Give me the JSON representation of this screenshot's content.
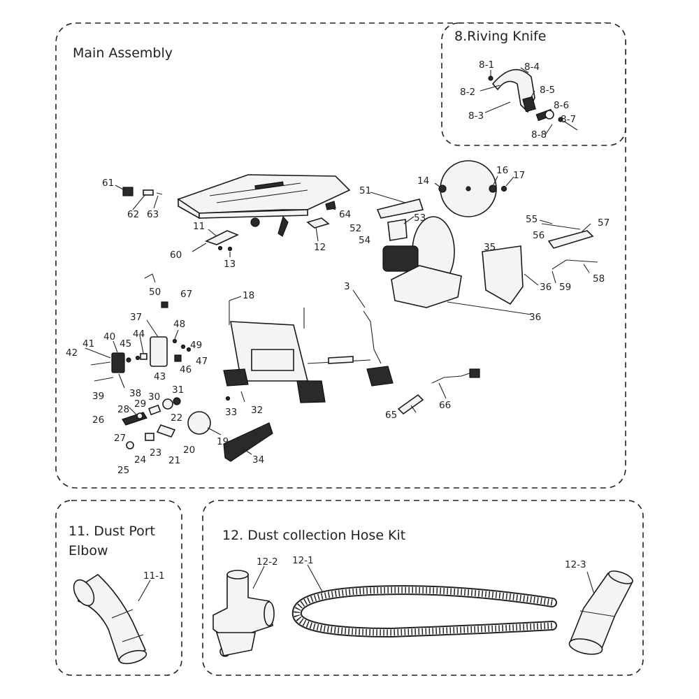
{
  "panels": {
    "main": {
      "title": "Main Assembly"
    },
    "riving": {
      "title": "8.Riving Knife"
    },
    "elbow": {
      "title_line1": "11. Dust Port",
      "title_line2": "Elbow"
    },
    "hose": {
      "title": "12. Dust collection Hose Kit"
    }
  },
  "labels": {
    "l61": "61",
    "l62": "62",
    "l63": "63",
    "l64": "64",
    "l11": "11",
    "l12": "12",
    "l60": "60",
    "l13": "13",
    "l14": "14",
    "l16": "16",
    "l17": "17",
    "l51": "51",
    "l52": "52",
    "l53": "53",
    "l54": "54",
    "l55": "55",
    "l56": "56",
    "l57": "57",
    "l35": "35",
    "l36a": "36",
    "l36b": "36",
    "l58": "58",
    "l59": "59",
    "l50": "50",
    "l67": "67",
    "l18": "18",
    "l3": "3",
    "l37": "37",
    "l48": "48",
    "l49": "49",
    "l47": "47",
    "l46": "46",
    "l44": "44",
    "l45": "45",
    "l40": "40",
    "l41": "41",
    "l42": "42",
    "l43": "43",
    "l38": "38",
    "l39": "39",
    "l31": "31",
    "l30": "30",
    "l29": "29",
    "l28": "28",
    "l26": "26",
    "l22": "22",
    "l27": "27",
    "l23": "23",
    "l24": "24",
    "l25": "25",
    "l20": "20",
    "l21": "21",
    "l19": "19",
    "l34": "34",
    "l33": "33",
    "l32": "32",
    "l65": "65",
    "l66": "66",
    "r81": "8-1",
    "r82": "8-2",
    "r83": "8-3",
    "r84": "8-4",
    "r85": "8-5",
    "r86": "8-6",
    "r87": "8-7",
    "r88": "8-8",
    "e111": "11-1",
    "h121": "12-1",
    "h122": "12-2",
    "h123": "12-3"
  }
}
